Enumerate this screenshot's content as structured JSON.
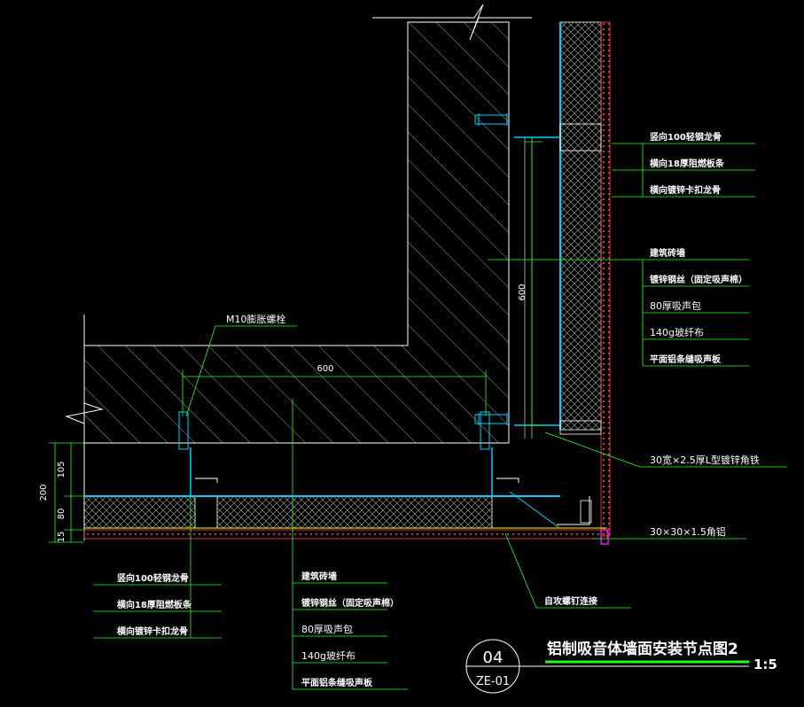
{
  "colors": {
    "background": "#000000",
    "wall_outline": "#ffffff",
    "hatch": "#9a9a9a",
    "leader": "#22ff22",
    "dimension": "#22ff22",
    "steel": "#00d0ff",
    "acoustic_pad": "#b0b0b0",
    "panel": "#ff4d4d",
    "angle_steel": "#ffff00",
    "accent": "#ff00ff"
  },
  "title_block": {
    "number": "04",
    "sheet": "ZE-01",
    "title": "铝制吸音体墙面安装节点图2",
    "scale": "1:5"
  },
  "dimensions": {
    "horizontal_spacing": "600",
    "vertical_spacing": "600",
    "total_depth": "200",
    "part_105": "105",
    "part_80": "80",
    "part_15": "15"
  },
  "labels_right": [
    "竖向100轻钢龙骨",
    "横向18厚阻燃板条",
    "横向镀锌卡扣龙骨",
    "建筑砖墙",
    "镀锌钢丝（固定吸声棉）",
    "80厚吸声包",
    "140g玻纤布",
    "平面铝条缝吸声板"
  ],
  "labels_bottom_left": [
    "竖向100轻钢龙骨",
    "横向18厚阻燃板条",
    "横向镀锌卡扣龙骨"
  ],
  "labels_bottom_mid": [
    "建筑砖墙",
    "镀锌钢丝（固定吸声棉）",
    "80厚吸声包",
    "140g玻纤布",
    "平面铝条缝吸声板"
  ],
  "callouts": {
    "bolt": "M10膨胀螺栓",
    "angle_iron": "30宽×2.5厚L型镀锌角铁",
    "corner_angle": "30×30×1.5角铝",
    "self_tapping": "自攻螺钉连接"
  }
}
